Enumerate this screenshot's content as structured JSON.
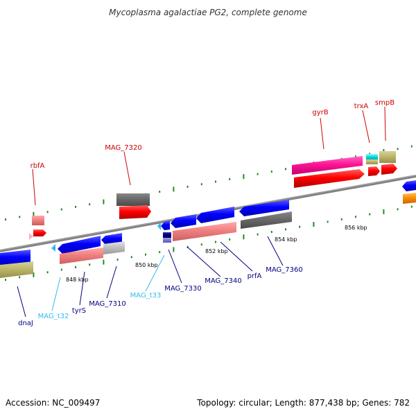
{
  "title": "Mycoplasma agalactiae PG2, complete genome",
  "footer": {
    "accession": "Accession: NC_009497",
    "stats": "Topology: circular; Length: 877,438 bp; Genes: 782"
  },
  "colors": {
    "backbone": "#808080",
    "tick": "#228B22",
    "cds_forward": "#ff0000",
    "cds_reverse": "#0000ff",
    "gene_bar_gray": "#696969",
    "trna": "#00c8ff",
    "label_red": "#cc0000",
    "label_navy": "#000080",
    "label_cyan": "#33bbee"
  },
  "scale_labels": [
    "848 kbp",
    "850 kbp",
    "852 kbp",
    "854 kbp",
    "856 kbp"
  ],
  "gene_labels": [
    {
      "text": "rbfA",
      "color": "red"
    },
    {
      "text": "MAG_7320",
      "color": "red"
    },
    {
      "text": "gyrB",
      "color": "red"
    },
    {
      "text": "trxA",
      "color": "red"
    },
    {
      "text": "smpB",
      "color": "red"
    },
    {
      "text": "dnaJ",
      "color": "navy"
    },
    {
      "text": "MAG_t32",
      "color": "cyan"
    },
    {
      "text": "tyrS",
      "color": "navy"
    },
    {
      "text": "MAG_7310",
      "color": "navy"
    },
    {
      "text": "MAG_t33",
      "color": "cyan"
    },
    {
      "text": "MAG_7330",
      "color": "navy"
    },
    {
      "text": "MAG_7340",
      "color": "navy"
    },
    {
      "text": "prfA",
      "color": "navy"
    },
    {
      "text": "MAG_7360",
      "color": "navy"
    }
  ]
}
